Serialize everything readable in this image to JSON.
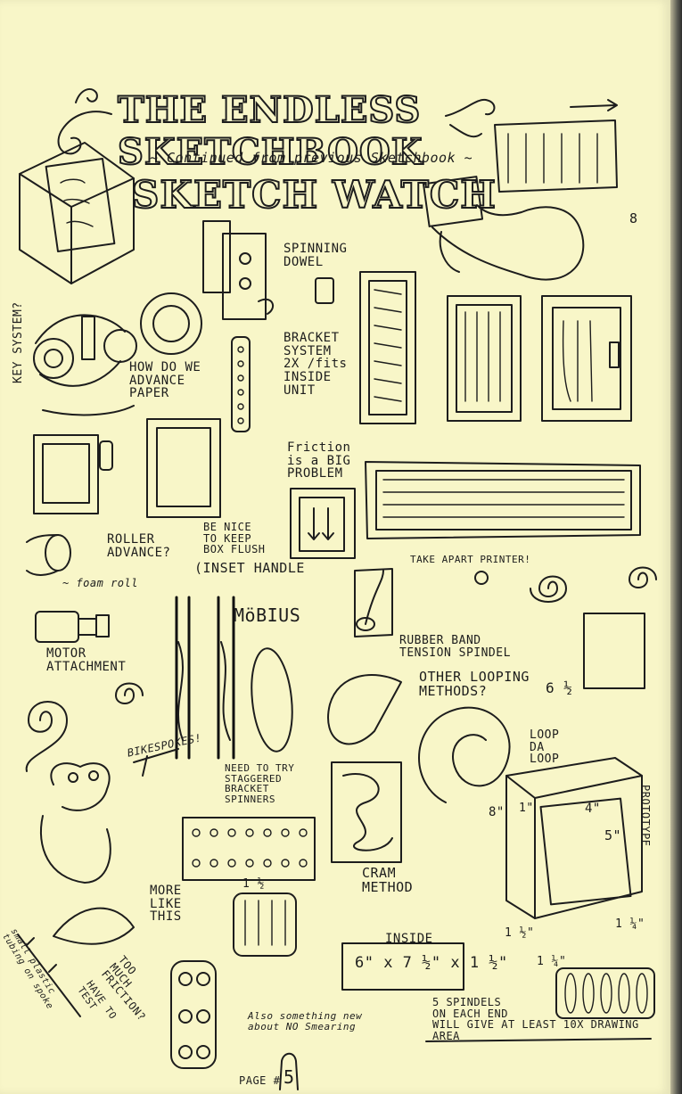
{
  "header": {
    "title": "THE ENDLESS SKETCHBOOK",
    "subtitle": "~ Continued from previous Sketchbook ~",
    "project": "SKETCH WATCH",
    "page_mark": "8"
  },
  "notes": {
    "spinning_dowel": "SPINNING\nDOWEL",
    "key_system": "KEY SYSTEM?",
    "how_advance": "HOW DO WE\nADVANCE\nPAPER",
    "bracket_system": "BRACKET\nSYSTEM\n2X /fits\nINSIDE\nUNIT",
    "friction": "Friction\nis a BIG\nPROBLEM",
    "roller_advance": "ROLLER\nADVANCE?",
    "be_nice": "BE NICE\nTO KEEP\nBOX FLUSH",
    "inset_handle": "(INSET HANDLE",
    "mobius": "MöBIUS",
    "take_apart": "TAKE APART PRINTER!",
    "rubber_band": "RUBBER BAND\nTENSION SPINDEL",
    "foam_roll": "~ foam roll",
    "motor": "MOTOR\nATTACHMENT",
    "other_looping": "OTHER LOOPING\nMETHODS?",
    "size_top": "6 ½",
    "loop_da_loop": "LOOP\nDA\nLOOP",
    "prototype": "PROTOTYPE",
    "bike_spokes": "BIKESPOKES!",
    "staggered": "NEED TO TRY\nSTAGGERED\nBRACKET\nSPINNERS",
    "cram": "CRAM\nMETHOD",
    "dim_8": "8\"",
    "dim_1a": "1\"",
    "dim_4": "4\"",
    "dim_5": "5\"",
    "more_like": "MORE\nLIKE\nTHIS",
    "one_half": "1 ½",
    "dim_1b": "1 ½\"",
    "dim_1c": "1 ¼\"",
    "dim_1d": "1 ¼\"",
    "inside_label": "INSIDE",
    "inside_dims": "6\" x 7 ½\" x 1 ½\"",
    "too_much": "TOO\nMUCH\nFRICTION?",
    "have_to_test": "HAVE TO\nTEST",
    "small_plastic": "small plastic\ntubing on spoke",
    "also": "Also something new\nabout NO Smearing",
    "spindels": "5 SPINDELS\nON EACH END\nWILL GIVE AT LEAST 10X DRAWING\nAREA",
    "page": "PAGE #"
  },
  "page_number": "5"
}
